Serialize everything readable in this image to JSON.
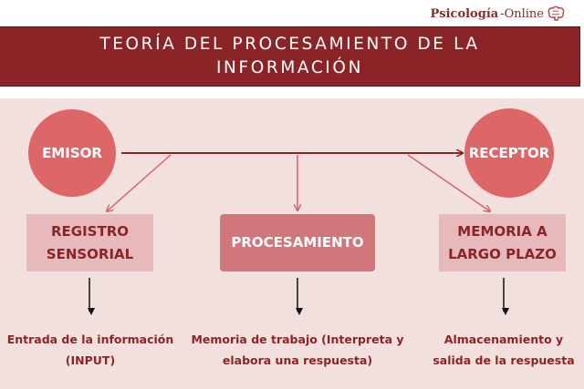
{
  "brand": {
    "logo_bold": "Psicología",
    "logo_rest": "-Online",
    "logo_icon": "brain-icon"
  },
  "header": {
    "title_line1": "TEORÍA DEL PROCESAMIENTO DE LA",
    "title_line2": "INFORMACIÓN"
  },
  "colors": {
    "banner": "#8b2427",
    "panel": "#f2e0df",
    "circle": "#dd6669",
    "box_light": "#e7b9bb",
    "box_dark": "#d1767a",
    "text_dark_red": "#8b2427"
  },
  "diagram": {
    "nodes": {
      "emisor": "EMISOR",
      "receptor": "RECEPTOR"
    },
    "stages": [
      {
        "line1": "REGISTRO",
        "line2": "SENSORIAL",
        "desc_line1": "Entrada de la información",
        "desc_line2": "(INPUT)"
      },
      {
        "line1": "PROCESAMIENTO",
        "line2": "",
        "desc_line1": "Memoria de trabajo (Interpreta y",
        "desc_line2": "elabora una respuesta)"
      },
      {
        "line1": "MEMORIA A",
        "line2": "LARGO PLAZO",
        "desc_line1": "Almacenamiento y",
        "desc_line2": "salida de la respuesta"
      }
    ]
  }
}
